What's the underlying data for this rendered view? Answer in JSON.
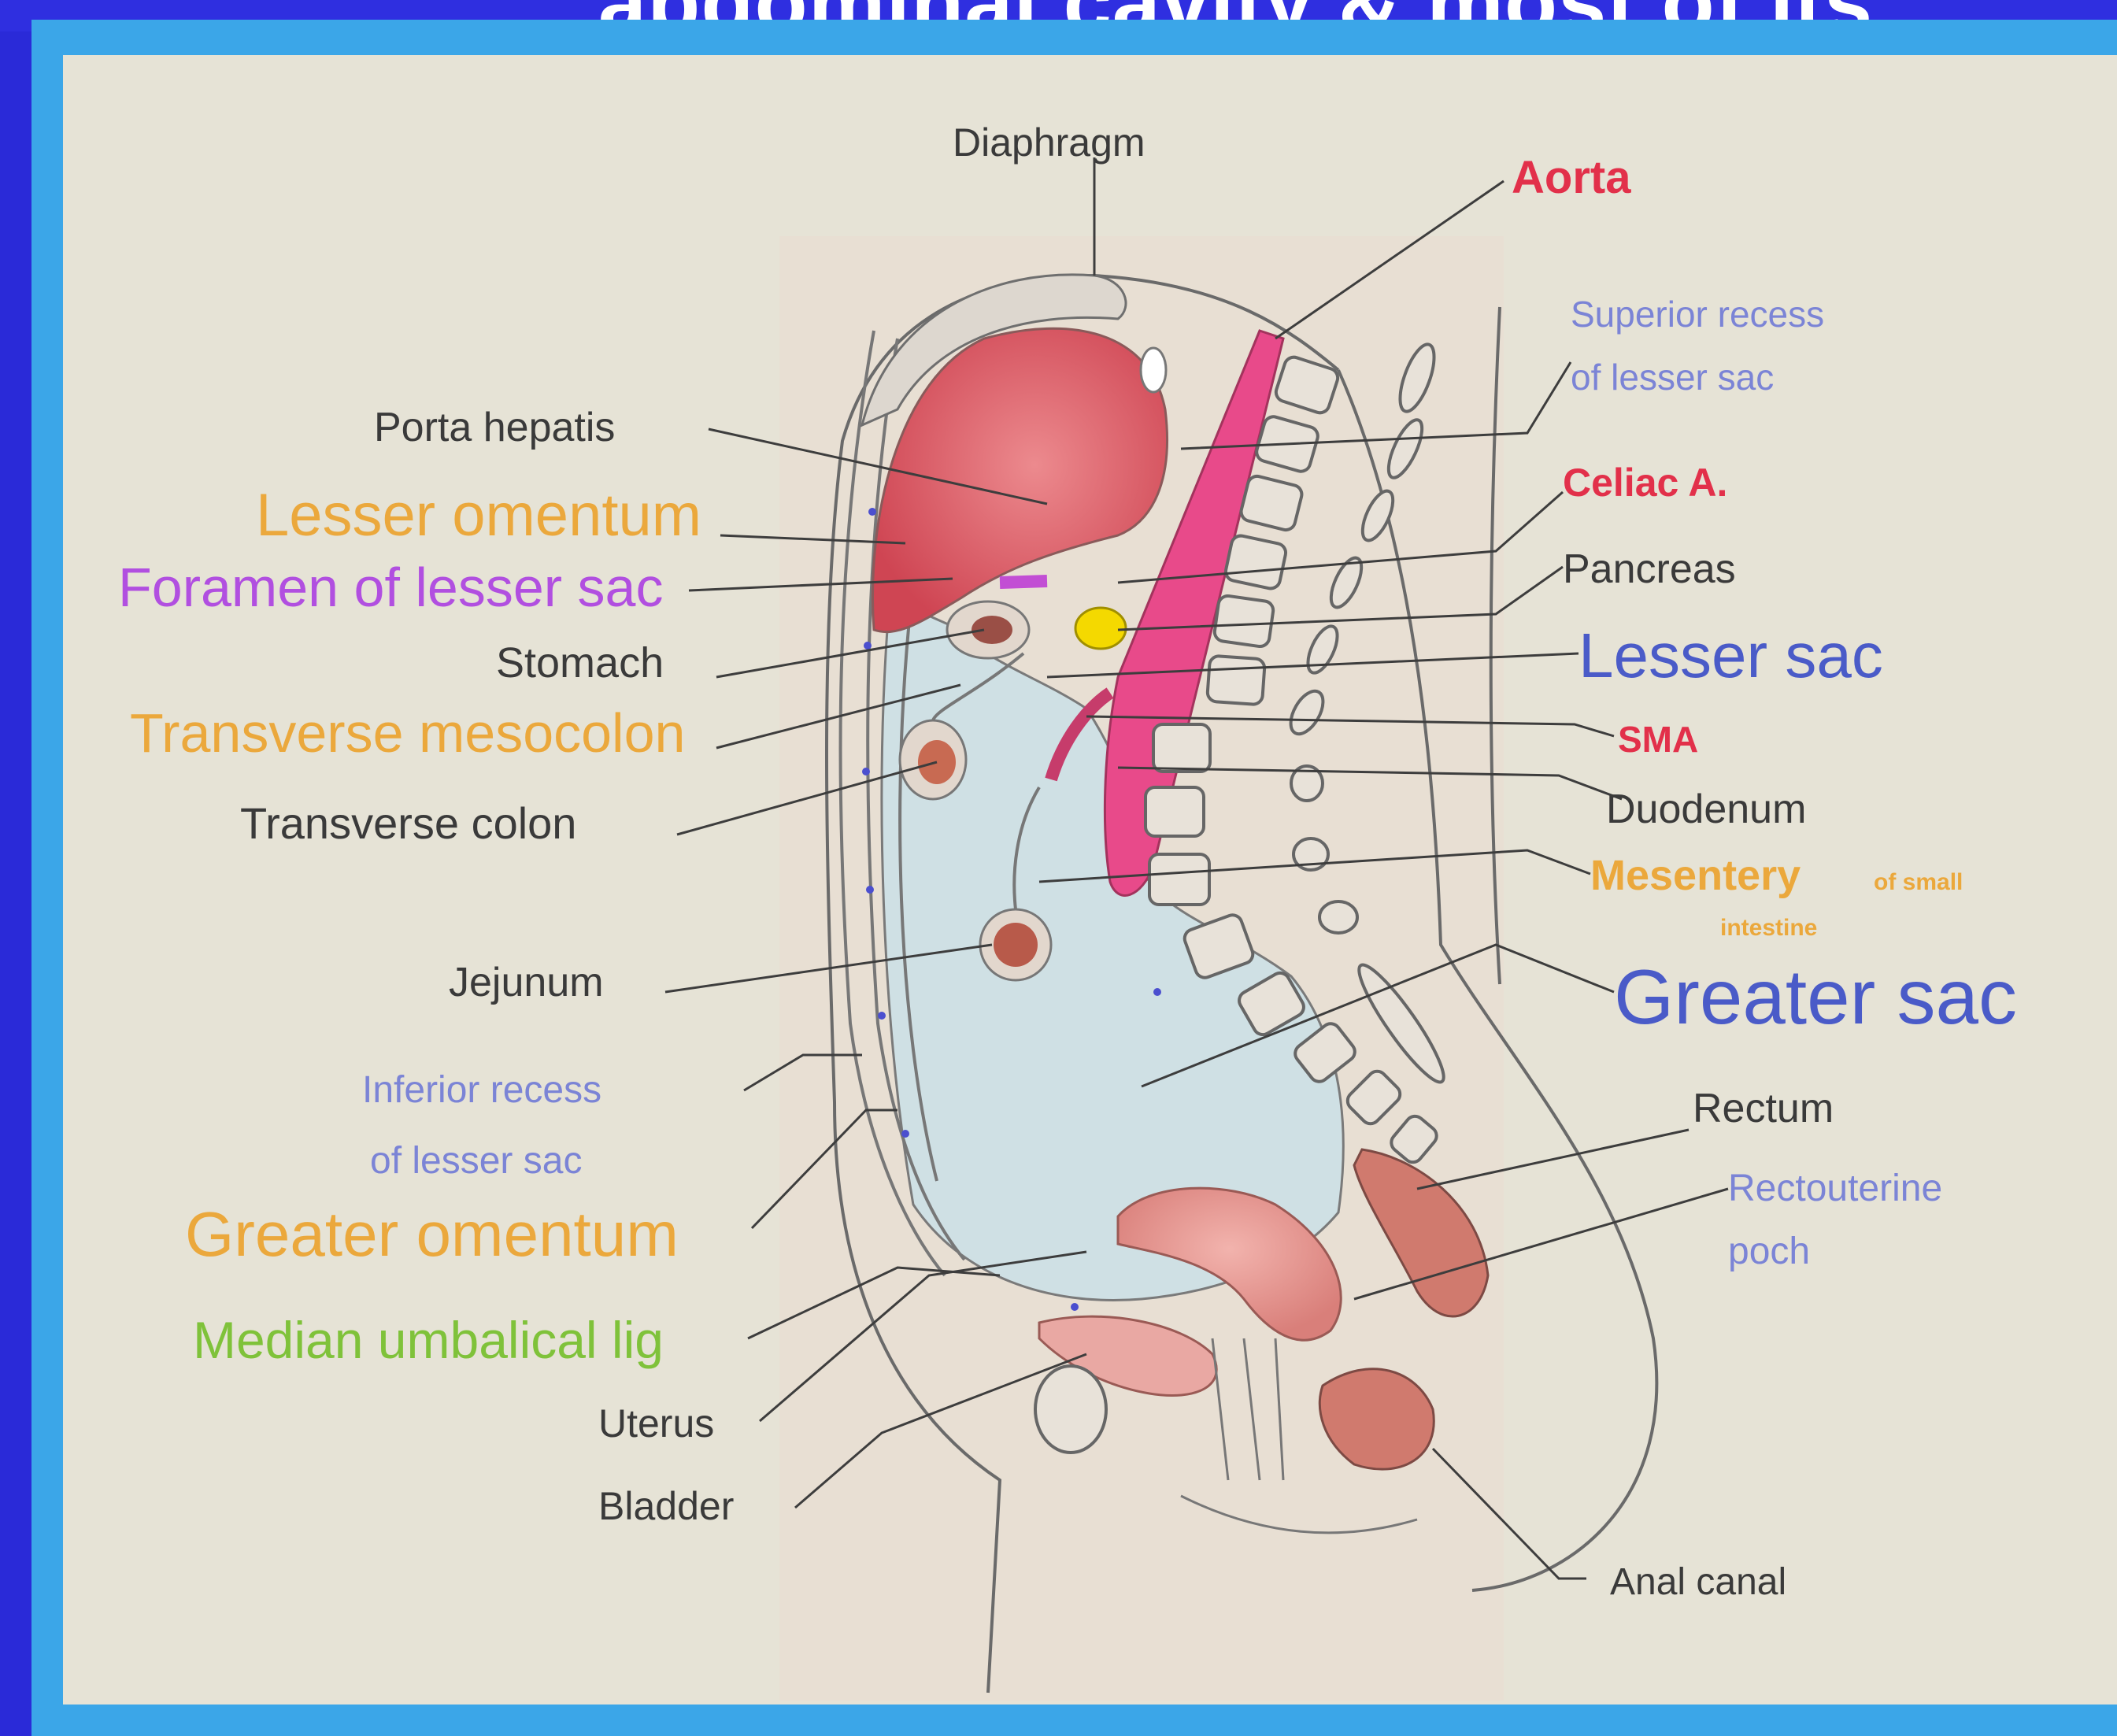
{
  "slide": {
    "title_partial": "abdominal cavity & most of its"
  },
  "labels": {
    "diaphragm": "Diaphragm",
    "aorta": "Aorta",
    "superior_recess_line1": "Superior recess",
    "superior_recess_line2": "of lesser sac",
    "porta_hepatis": "Porta hepatis",
    "lesser_omentum": "Lesser omentum",
    "foramen_lesser_sac": "Foramen of lesser sac",
    "celiac": "Celiac A.",
    "pancreas": "Pancreas",
    "stomach": "Stomach",
    "lesser_sac": "Lesser sac",
    "transverse_mesocolon": "Transverse mesocolon",
    "sma": "SMA",
    "transverse_colon": "Transverse colon",
    "duodenum": "Duodenum",
    "mesentery_line1": "Mesentery",
    "mesentery_small1": "of small",
    "mesentery_line2": "intestine",
    "jejunum": "Jejunum",
    "greater_sac": "Greater sac",
    "inferior_recess_line1": "Inferior recess",
    "inferior_recess_line2": "of lesser sac",
    "rectum": "Rectum",
    "greater_omentum": "Greater omentum",
    "rectouterine_line1": "Rectouterine",
    "rectouterine_line2": "poch",
    "median_umbilical": "Median umbalical lig",
    "uterus": "Uterus",
    "bladder": "Bladder",
    "anal_canal": "Anal canal"
  },
  "colors": {
    "black_label": "#3a3a3a",
    "red_label": "#e2304a",
    "orange_label": "#eba83c",
    "purple_label": "#b14fe0",
    "blue_label": "#4a5bc8",
    "light_blue_label": "#7b84d6",
    "green_label": "#7fc23a",
    "liver": "#d6505e",
    "aorta_vessel": "#e84a8a",
    "cavity": "#cfe0e4"
  }
}
